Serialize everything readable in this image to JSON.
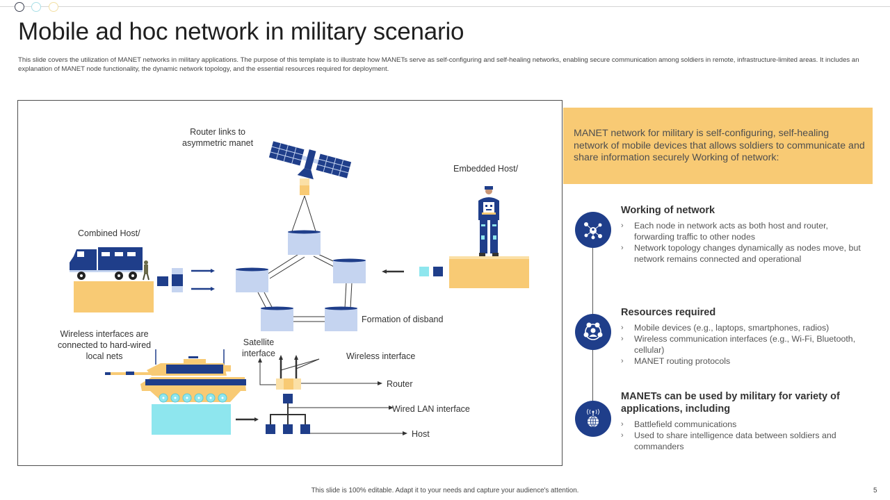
{
  "header": {
    "title": "Mobile ad hoc network in military scenario",
    "subtitle": "This slide covers the utilization of MANET  networks in military applications. The purpose of this template is to illustrate how MANETs serve as self-configuring and self-healing networks, enabling secure communication among soldiers in remote, infrastructure-limited  areas. It includes an explanation of MANET  node functionality, the dynamic network topology, and the essential resources required for deployment."
  },
  "decor": {
    "dots": [
      "dark-circle",
      "cyan-circle",
      "yellow-circle"
    ],
    "colors": {
      "navy": "#1f3e8a",
      "yellow": "#f8ca74",
      "light_blue": "#c5d4f0",
      "cyan": "#8ee6ee"
    }
  },
  "diagram": {
    "labels": {
      "router_links_1": "Router links to",
      "router_links_2": "asymmetric manet",
      "embedded_host": "Embedded Host/",
      "combined_host": "Combined Host/",
      "formation": "Formation of disband",
      "wireless_nets_1": "Wireless interfaces are",
      "wireless_nets_2": "connected to hard-wired",
      "wireless_nets_3": "local nets",
      "satellite_interface_1": "Satellite",
      "satellite_interface_2": "interface",
      "wireless_interface": "Wireless interface",
      "router": "Router",
      "wired_lan": "Wired LAN interface",
      "host": "Host"
    },
    "icons": [
      "satellite-icon",
      "truck-icon",
      "soldier-icon",
      "tank-icon",
      "router-icon",
      "network-node-icon"
    ]
  },
  "summary": {
    "text": "MANET network for military is self-configuring, self-healing network of mobile devices that allows soldiers to communicate and share information securely Working of network:"
  },
  "sections": [
    {
      "icon": "network-users-icon",
      "title": "Working of network",
      "bullets": [
        "Each node in network acts as both host and router, forwarding  traffic to other nodes",
        "Network topology changes dynamically as nodes move, but network remains connected and operational"
      ]
    },
    {
      "icon": "team-resources-icon",
      "title": "Resources required",
      "bullets": [
        "Mobile devices (e.g., laptops, smartphones, radios)",
        "Wireless communication interfaces (e.g., Wi-Fi, Bluetooth, cellular)",
        "MANET routing protocols"
      ]
    },
    {
      "icon": "globe-antenna-icon",
      "title": "MANETs can be used by military for variety of applications, including",
      "bullets": [
        "Battlefield communications",
        "Used to share intelligence data between  soldiers and commanders"
      ]
    }
  ],
  "bullet_glyph": "›",
  "footer": {
    "text": "This slide is 100% editable. Adapt it to your needs and capture your audience's attention.",
    "page": "5"
  }
}
